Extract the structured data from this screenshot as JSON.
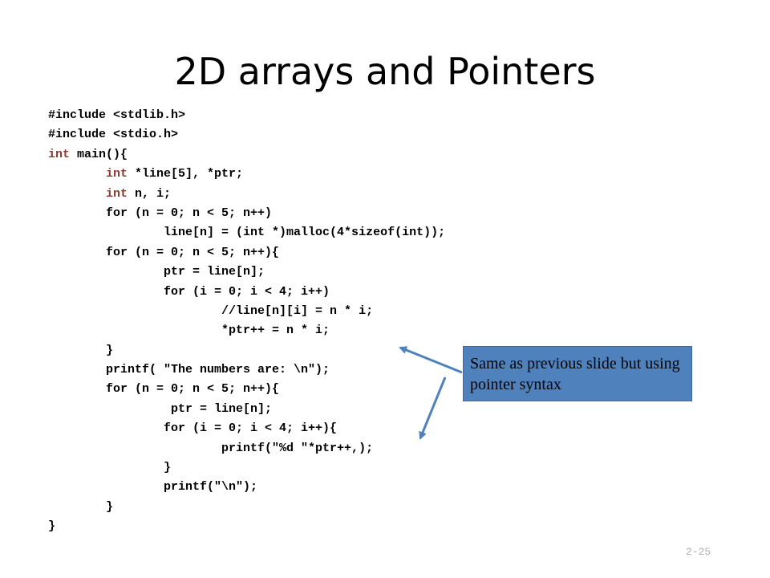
{
  "slide": {
    "title": "2D arrays and Pointers",
    "slide_number": "2-25"
  },
  "code": {
    "lines": [
      "#include <stdlib.h>",
      "#include <stdio.h>",
      "int main(){",
      "        int *line[5], *ptr;",
      "        int n, i;",
      "        for (n = 0; n < 5; n++)",
      "                line[n] = (int *)malloc(4*sizeof(int));",
      "        for (n = 0; n < 5; n++){",
      "                ptr = line[n];",
      "                for (i = 0; i < 4; i++)",
      "                        //line[n][i] = n * i;",
      "                        *ptr++ = n * i;",
      "        }",
      "        printf( \"The numbers are: \\n\");",
      "        for (n = 0; n < 5; n++){",
      "                 ptr = line[n];",
      "                for (i = 0; i < 4; i++){",
      "                        printf(\"%d \"*ptr++,);",
      "                }",
      "                printf(\"\\n\");",
      "        }",
      "}"
    ],
    "keyword_color": "#8a3c32"
  },
  "callout": {
    "text": "Same as previous slide but using pointer syntax",
    "fill_color": "#4f81bd",
    "arrow_color": "#4f81bd"
  }
}
